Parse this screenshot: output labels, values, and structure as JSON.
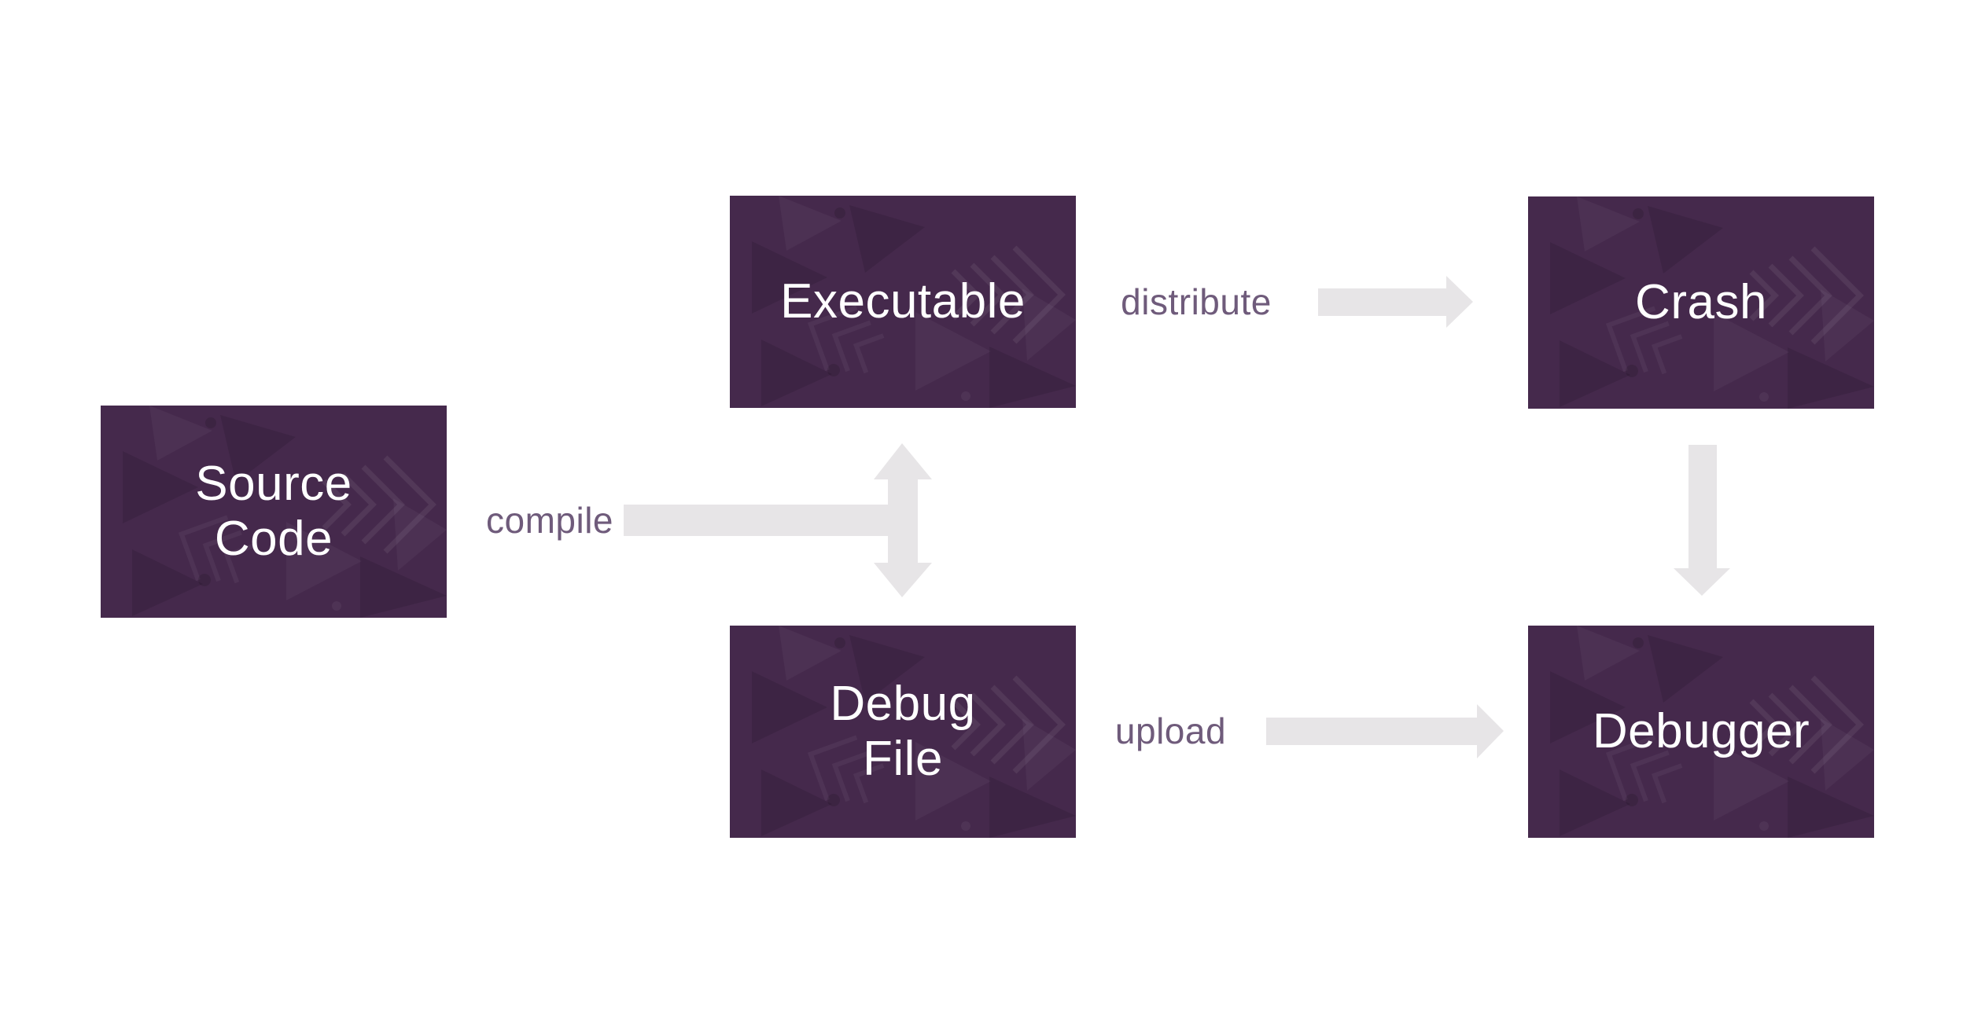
{
  "diagram": {
    "colors": {
      "background": "#ffffff",
      "box": "#45294c",
      "box_text": "#ffffff",
      "edge_label": "#6f5b7b",
      "arrow": "#e7e5e7"
    },
    "nodes": [
      {
        "id": "source-code",
        "label": "Source\nCode"
      },
      {
        "id": "executable",
        "label": "Executable"
      },
      {
        "id": "crash",
        "label": "Crash"
      },
      {
        "id": "debug-file",
        "label": "Debug\nFile"
      },
      {
        "id": "debugger",
        "label": "Debugger"
      }
    ],
    "edges": [
      {
        "id": "compile",
        "label": "compile",
        "from": "Source Code",
        "to": "Executable and Debug File",
        "direction": "right-then-up-and-down"
      },
      {
        "id": "distribute",
        "label": "distribute",
        "from": "Executable",
        "to": "Crash",
        "direction": "right"
      },
      {
        "id": "upload",
        "label": "upload",
        "from": "Debug File",
        "to": "Debugger",
        "direction": "right"
      },
      {
        "id": "crash-to-debugger",
        "label": "",
        "from": "Crash",
        "to": "Debugger",
        "direction": "down"
      }
    ]
  }
}
